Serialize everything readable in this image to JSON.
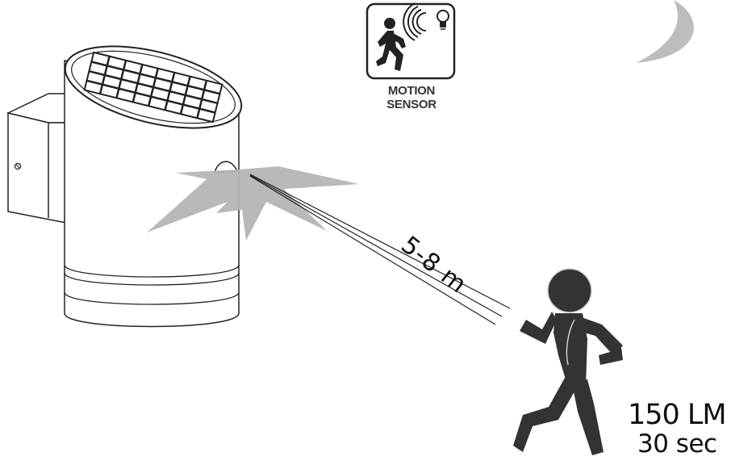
{
  "motion_sensor": {
    "line1": "MOTION",
    "line2": "SENSOR"
  },
  "detection_distance": "5-8 m",
  "brightness": "150 LM",
  "duration": "30 sec",
  "colors": {
    "ink": "#111111",
    "moon": "#bdbdbd",
    "burst": "#b5b5b5",
    "person": "#333333"
  },
  "icons": [
    "moon-icon",
    "motion-sensor-icon",
    "light-bulb-icon",
    "running-person-icon"
  ]
}
